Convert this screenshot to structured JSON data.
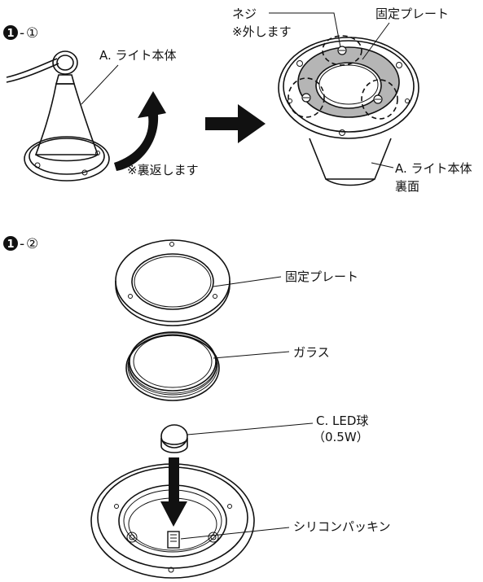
{
  "step1": {
    "number": "1",
    "dash": "-",
    "sub": "①",
    "label_light_body": "A. ライト本体",
    "label_flip": "※裏返します",
    "label_screw": "ネジ",
    "label_remove": "※外します",
    "label_fixing_plate": "固定プレート",
    "label_light_body_back_line1": "A. ライト本体",
    "label_light_body_back_line2": "裏面"
  },
  "step2": {
    "number": "1",
    "dash": "-",
    "sub": "②",
    "label_fixing_plate": "固定プレート",
    "label_glass": "ガラス",
    "label_led_line1": "C. LED球",
    "label_led_line2": "（0.5W）",
    "label_packing": "シリコンパッキン"
  },
  "colors": {
    "line": "#111111",
    "ring_gray": "#b5b5b5",
    "fill": "#ffffff"
  },
  "icons": [
    "curved-arrow-icon",
    "right-arrow-icon",
    "down-arrow-icon"
  ]
}
